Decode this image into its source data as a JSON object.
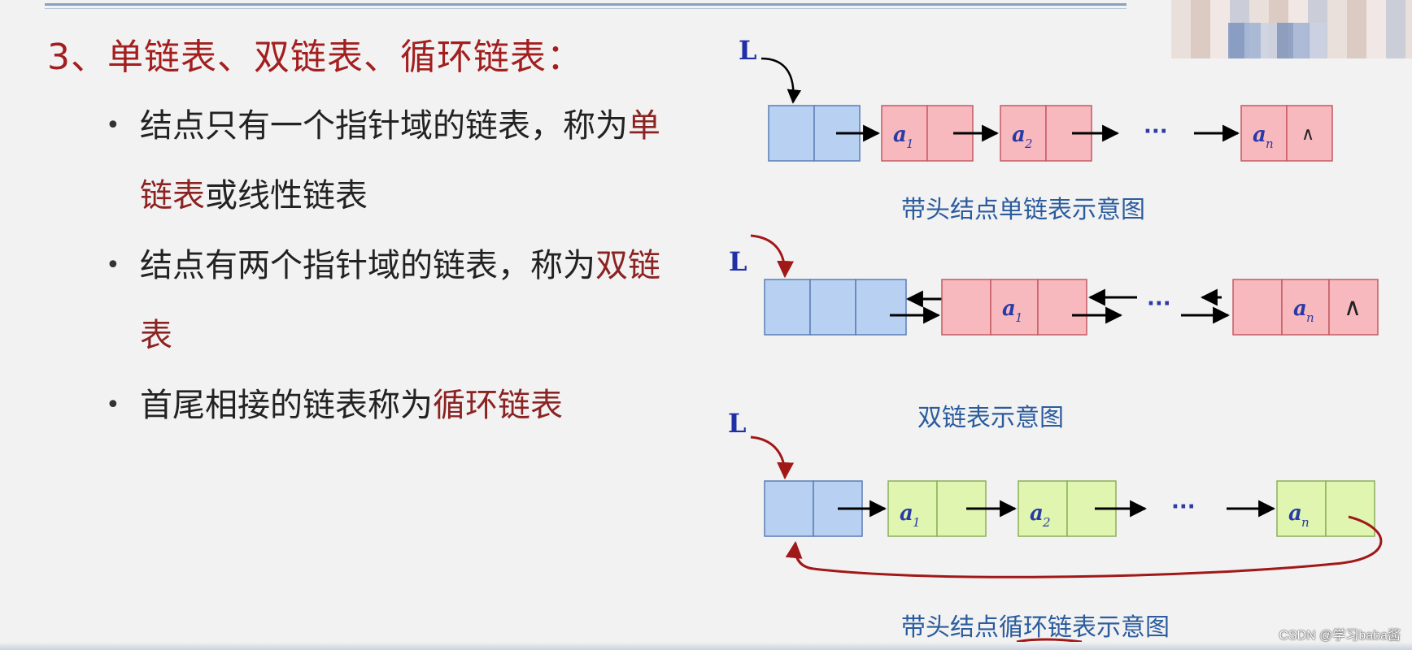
{
  "slide": {
    "title": "3、单链表、双链表、循环链表：",
    "bullets": [
      {
        "pre": "结点只有一个指针域的链表，称为",
        "hl": "单链表",
        "post": "或线性链表"
      },
      {
        "pre": "结点有两个指针域的链表，称为",
        "hl": "双链表",
        "post": ""
      },
      {
        "pre": "首尾相接的链表称为",
        "hl": "循环链表",
        "post": ""
      }
    ]
  },
  "diagrams": {
    "head_label": "L",
    "node_letter": "a",
    "subscripts": {
      "first": "1",
      "second": "2",
      "last": "n"
    },
    "ellipsis": "···",
    "null_symbol": "∧",
    "singly": {
      "caption": "带头结点单链表示意图"
    },
    "doubly": {
      "caption": "双链表示意图"
    },
    "circular": {
      "caption": "带头结点循环链表示意图"
    }
  },
  "colors": {
    "title": "#a31f1f",
    "highlight": "#8b2323",
    "caption": "#2b5c9e",
    "head_node": "#b8d1f3",
    "singly_node": "#f7b9bd",
    "doubly_node": "#f7b9bd",
    "circular_node": "#dff5b0",
    "head_arrow_singly": "#000000",
    "head_arrow_red": "#a01818"
  },
  "watermark": "CSDN @学习baba酱"
}
